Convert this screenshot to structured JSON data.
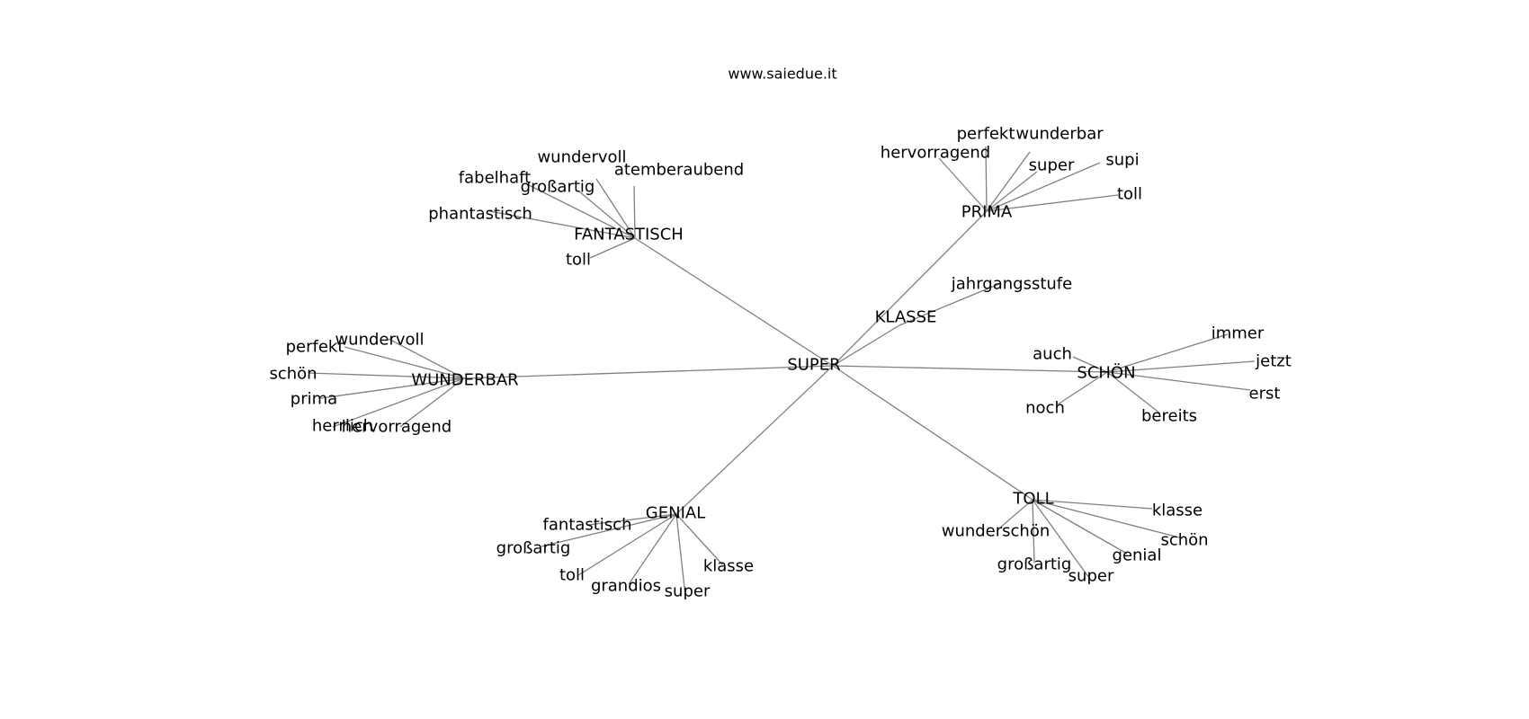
{
  "title": "www.saiedue.it",
  "graph": {
    "root": "SUPER",
    "branches": [
      {
        "label": "FANTASTISCH",
        "leaves": [
          "wundervoll",
          "atemberaubend",
          "fabelhaft",
          "großartig",
          "phantastisch",
          "toll"
        ]
      },
      {
        "label": "PRIMA",
        "leaves": [
          "perfekt",
          "wunderbar",
          "hervorragend",
          "super",
          "supi",
          "toll"
        ]
      },
      {
        "label": "KLASSE",
        "leaves": [
          "jahrgangsstufe"
        ]
      },
      {
        "label": "WUNDERBAR",
        "leaves": [
          "wundervoll",
          "perfekt",
          "schön",
          "prima",
          "herrlich",
          "hervorragend"
        ]
      },
      {
        "label": "SCHÖN",
        "leaves": [
          "immer",
          "auch",
          "jetzt",
          "erst",
          "noch",
          "bereits"
        ]
      },
      {
        "label": "GENIAL",
        "leaves": [
          "fantastisch",
          "großartig",
          "toll",
          "grandios",
          "super",
          "klasse"
        ]
      },
      {
        "label": "TOLL",
        "leaves": [
          "klasse",
          "wunderschön",
          "schön",
          "genial",
          "großartig",
          "super"
        ]
      }
    ]
  }
}
